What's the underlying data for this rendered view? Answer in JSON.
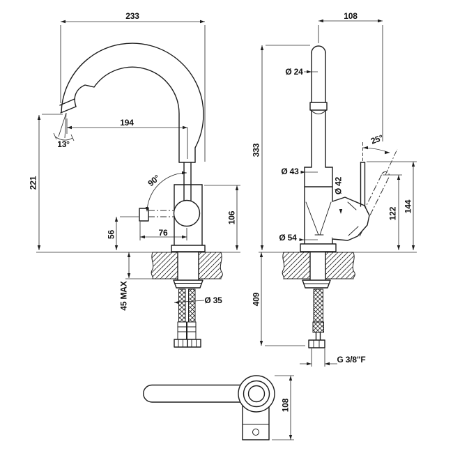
{
  "colors": {
    "background": "#ffffff",
    "line": "#1d1d1d",
    "text": "#111111"
  },
  "side_view": {
    "overall_width": "233",
    "spout_reach": "194",
    "spray_angle": "13°",
    "spout_height": "221",
    "swivel_angle": "90°",
    "handle_projection": "76",
    "body_height": "106",
    "handle_height": "56",
    "max_deck": "45 MAX",
    "hole_dia": "Ø 35"
  },
  "front_view": {
    "spout_to_handle": "108",
    "spout_dia": "Ø 24",
    "overall_height": "333",
    "body_dia": "Ø 43",
    "cartridge_dia": "Ø 42",
    "handle_angle": "25°",
    "handle_up_height": "144",
    "handle_open_height": "122",
    "base_dia": "Ø 54",
    "hose_length": "409",
    "connection_thread": "G 3/8\"F"
  },
  "top_view": {
    "body_depth": "108"
  }
}
